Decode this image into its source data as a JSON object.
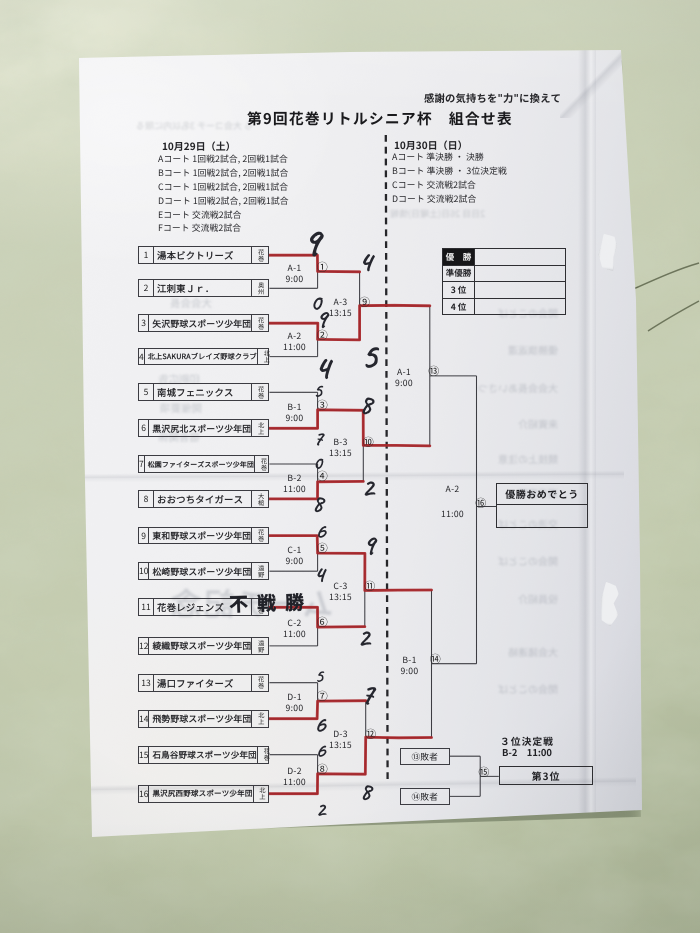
{
  "header": {
    "motto": "感謝の気持ちを\"力\"に換えて",
    "title": "第9回花巻リトルシニア杯　組合せ表"
  },
  "schedule_left": {
    "date": "10月29日（土）",
    "rows": [
      "Aコート 1回戦2試合, 2回戦1試合",
      "Bコート 1回戦2試合, 2回戦1試合",
      "Cコート 1回戦2試合, 2回戦1試合",
      "Dコート 1回戦2試合, 2回戦1試合",
      "Eコート 交流戦2試合",
      "Fコート 交流戦2試合"
    ]
  },
  "schedule_right": {
    "date": "10月30日（日）",
    "rows": [
      "Aコート 準決勝 ・ 決勝",
      "Bコート 準決勝 ・ 3位決定戦",
      "Cコート 交流戦2試合",
      "Dコート 交流戦2試合"
    ]
  },
  "teams": [
    {
      "no": "1",
      "name": "湯本ビクトリーズ",
      "region": "花巻"
    },
    {
      "no": "2",
      "name": "江刺東Ｊｒ．",
      "region": "奥州"
    },
    {
      "no": "3",
      "name": "矢沢野球スポーツ少年団",
      "region": "花巻"
    },
    {
      "no": "4",
      "name": "北上SAKURAブレイズ野球クラブ",
      "region": "北上"
    },
    {
      "no": "5",
      "name": "南城フェニックス",
      "region": "花巻"
    },
    {
      "no": "6",
      "name": "黒沢尻北スポーツ少年団",
      "region": "北上"
    },
    {
      "no": "7",
      "name": "松園ファイターズスポーツ少年団",
      "region": "花巻"
    },
    {
      "no": "8",
      "name": "おおつちタイガース",
      "region": "大槌"
    },
    {
      "no": "9",
      "name": "東和野球スポーツ少年団",
      "region": "花巻"
    },
    {
      "no": "10",
      "name": "松崎野球スポーツ少年団",
      "region": "遠野"
    },
    {
      "no": "11",
      "name": "花巻レジェンズ",
      "region": "花巻"
    },
    {
      "no": "12",
      "name": "綾織野球スポーツ少年団",
      "region": "遠野"
    },
    {
      "no": "13",
      "name": "湯口ファイターズ",
      "region": "花巻"
    },
    {
      "no": "14",
      "name": "飛勢野球スポーツ少年団",
      "region": "北上"
    },
    {
      "no": "15",
      "name": "石鳥谷野球スポーツ少年団",
      "region": "花巻"
    },
    {
      "no": "16",
      "name": "黒沢尻西野球スポーツ少年団",
      "region": "北上"
    }
  ],
  "matches": {
    "r1": [
      {
        "id": "A-1",
        "time": "9:00",
        "no": "①",
        "score_top": "9",
        "score_bottom": "0",
        "winner": "top"
      },
      {
        "id": "A-2",
        "time": "11:00",
        "no": "②",
        "score_top": "9",
        "score_bottom": "4",
        "winner": "top"
      },
      {
        "id": "B-1",
        "time": "9:00",
        "no": "③",
        "score_top": "5",
        "score_bottom": "7",
        "winner": "bottom"
      },
      {
        "id": "B-2",
        "time": "11:00",
        "no": "④",
        "score_top": "0",
        "score_bottom": "8",
        "winner": "bottom"
      },
      {
        "id": "C-1",
        "time": "9:00",
        "no": "⑤",
        "score_top": "6",
        "score_bottom": "4",
        "winner": "top"
      },
      {
        "id": "C-2",
        "time": "11:00",
        "no": "⑥",
        "note": "不戦勝",
        "winner": "top"
      },
      {
        "id": "D-1",
        "time": "9:00",
        "no": "⑦",
        "score_top": "5",
        "score_bottom": "6",
        "winner": "bottom"
      },
      {
        "id": "D-2",
        "time": "11:00",
        "no": "⑧",
        "score_top": "6",
        "score_bottom": "2",
        "winner": "bottom"
      }
    ],
    "r2": [
      {
        "id": "A-3",
        "time": "13:15",
        "no": "⑨",
        "score_top": "4",
        "score_bottom": "5",
        "winner": "bottom"
      },
      {
        "id": "B-3",
        "time": "13:15",
        "no": "⑩",
        "score_top": "8",
        "score_bottom": "2",
        "winner": "top"
      },
      {
        "id": "C-3",
        "time": "13:15",
        "no": "⑪",
        "score_top": "9",
        "score_bottom": "2",
        "winner": "top"
      },
      {
        "id": "D-3",
        "time": "13:15",
        "no": "⑫",
        "score_top": "7",
        "score_bottom": "8",
        "winner": "bottom"
      }
    ],
    "semi": [
      {
        "id": "A-1",
        "time": "9:00",
        "no": "⑬"
      },
      {
        "id": "B-1",
        "time": "9:00",
        "no": "⑭"
      }
    ],
    "final": {
      "id": "A-2",
      "time": "11:00",
      "no": "⑯"
    },
    "third_place": {
      "title": "３位決定戦",
      "id_time": "B-2　11:00",
      "no": "⑮",
      "loser_13": "⑬敗者",
      "loser_14": "⑭敗者",
      "result": "第3位"
    }
  },
  "standings": {
    "rows": [
      "優　勝",
      "準優勝",
      "3 位",
      "4 位"
    ]
  },
  "champion_note": "優勝おめでとう",
  "showthrough": {
    "items": [
      "開会のことば",
      "優勝旗返還",
      "大会会長あいさつ",
      "来賓紹介",
      "競技上の注意",
      "選手宣誓",
      "交流のことば",
      "開会のことば",
      "役員紹介",
      "大会諸連絡",
      "閉会のことば"
    ],
    "big": "ムーチ記念",
    "left": [
      "大会会長",
      "印刷広告",
      "開催要項",
      "宿舎関係"
    ],
    "top": [
      "ら 大会コーチ 3名以内に限る",
      "2日目 26日(土曜日)情報"
    ]
  },
  "colors": {
    "table": "#c9cfb6",
    "paper": "#ededf0",
    "ink": "#1d1d20",
    "red_marker": "#a92328",
    "pen": "#23242c"
  }
}
